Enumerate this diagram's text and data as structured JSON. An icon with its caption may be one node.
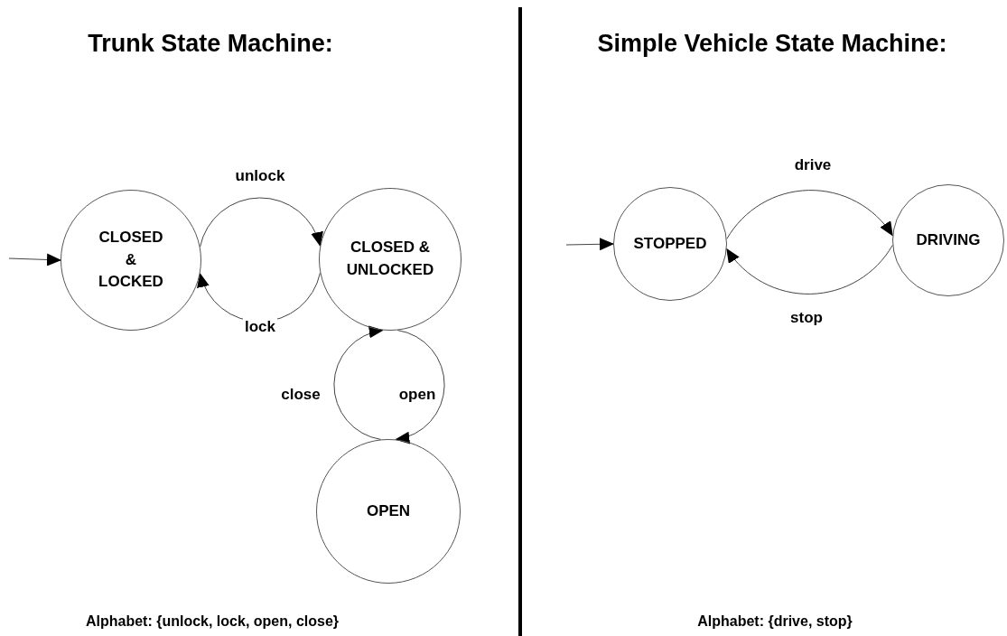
{
  "diagram": {
    "nodes": [
      {
        "text": [
          "CLOSED & LOCKED"
        ]
      },
      {
        "text": [
          "CLOSED & UNLOCKED"
        ]
      },
      {
        "text": [
          "OPEN"
        ]
      },
      {
        "text": [
          "STOPPED"
        ]
      },
      {
        "text": [
          "DRIVING"
        ]
      }
    ],
    "edges": [
      {
        "from": null,
        "to": 0,
        "arrow": "to"
      },
      {
        "from": 0,
        "to": 1,
        "label": "unlock",
        "arrow": "to"
      },
      {
        "from": 1,
        "to": 0,
        "label": "lock",
        "arrow": "to"
      },
      {
        "from": 1,
        "to": 2,
        "label": "open",
        "arrow": "to"
      },
      {
        "from": 2,
        "to": 1,
        "label": "close",
        "arrow": "to"
      },
      {
        "from": null,
        "to": 3,
        "arrow": "to"
      },
      {
        "from": 3,
        "to": 4,
        "label": "drive",
        "arrow": "to"
      },
      {
        "from": 4,
        "to": 3,
        "label": "stop",
        "arrow": "to"
      }
    ],
    "labels": [
      "Trunk State Machine:",
      "Simple Vehicle State Machine:",
      "Alphabet: {unlock, lock, open, close}",
      "Alphabet: {drive, stop}"
    ]
  }
}
